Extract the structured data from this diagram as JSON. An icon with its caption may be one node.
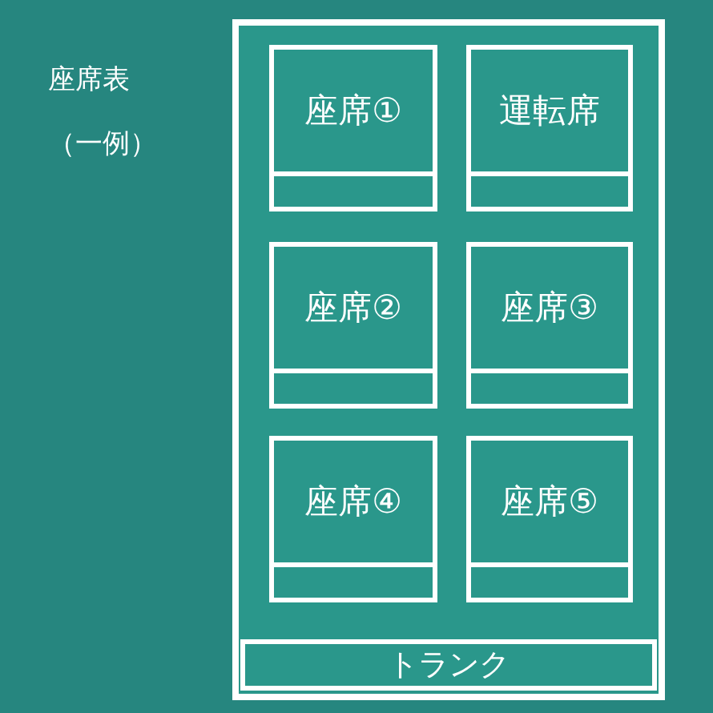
{
  "diagram": {
    "title": "座席表",
    "caption": "（一例）",
    "nodes": [
      {
        "text": [],
        "shape": "box"
      },
      {
        "text": [
          "座席①"
        ],
        "in": 0
      },
      {
        "text": [
          "運転席"
        ],
        "in": 0
      },
      {
        "text": [
          "座席②"
        ],
        "in": 0
      },
      {
        "text": [
          "座席③"
        ],
        "in": 0
      },
      {
        "text": [
          "座席④"
        ],
        "in": 0
      },
      {
        "text": [
          "座席⑤"
        ],
        "in": 0
      },
      {
        "text": [
          "トランク"
        ],
        "in": 0
      }
    ]
  }
}
